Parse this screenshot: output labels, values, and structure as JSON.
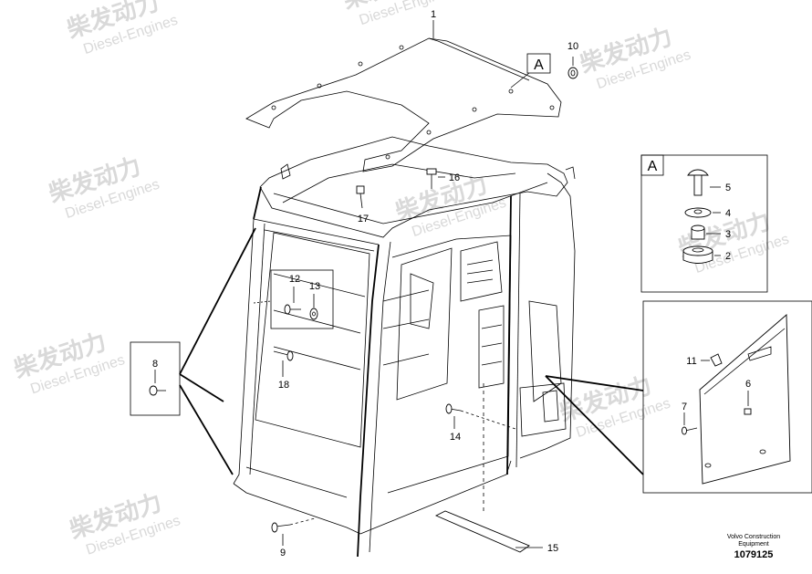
{
  "watermark": {
    "brand": "柴发动力",
    "subtitle": "Diesel-Engines"
  },
  "callouts": {
    "p1": "1",
    "p2": "2",
    "p3": "3",
    "p4": "4",
    "p5": "5",
    "p6": "6",
    "p7": "7",
    "p8": "8",
    "p9": "9",
    "p10": "10",
    "p11": "11",
    "p12": "12",
    "p13": "13",
    "p14": "14",
    "p15": "15",
    "p16": "16",
    "p17": "17",
    "p18": "18"
  },
  "detail_boxes": {
    "top_ref": "A",
    "detail_ref": "A"
  },
  "credit": {
    "line1": "Volvo Construction",
    "line2": "Equipment",
    "number": "1079125"
  }
}
